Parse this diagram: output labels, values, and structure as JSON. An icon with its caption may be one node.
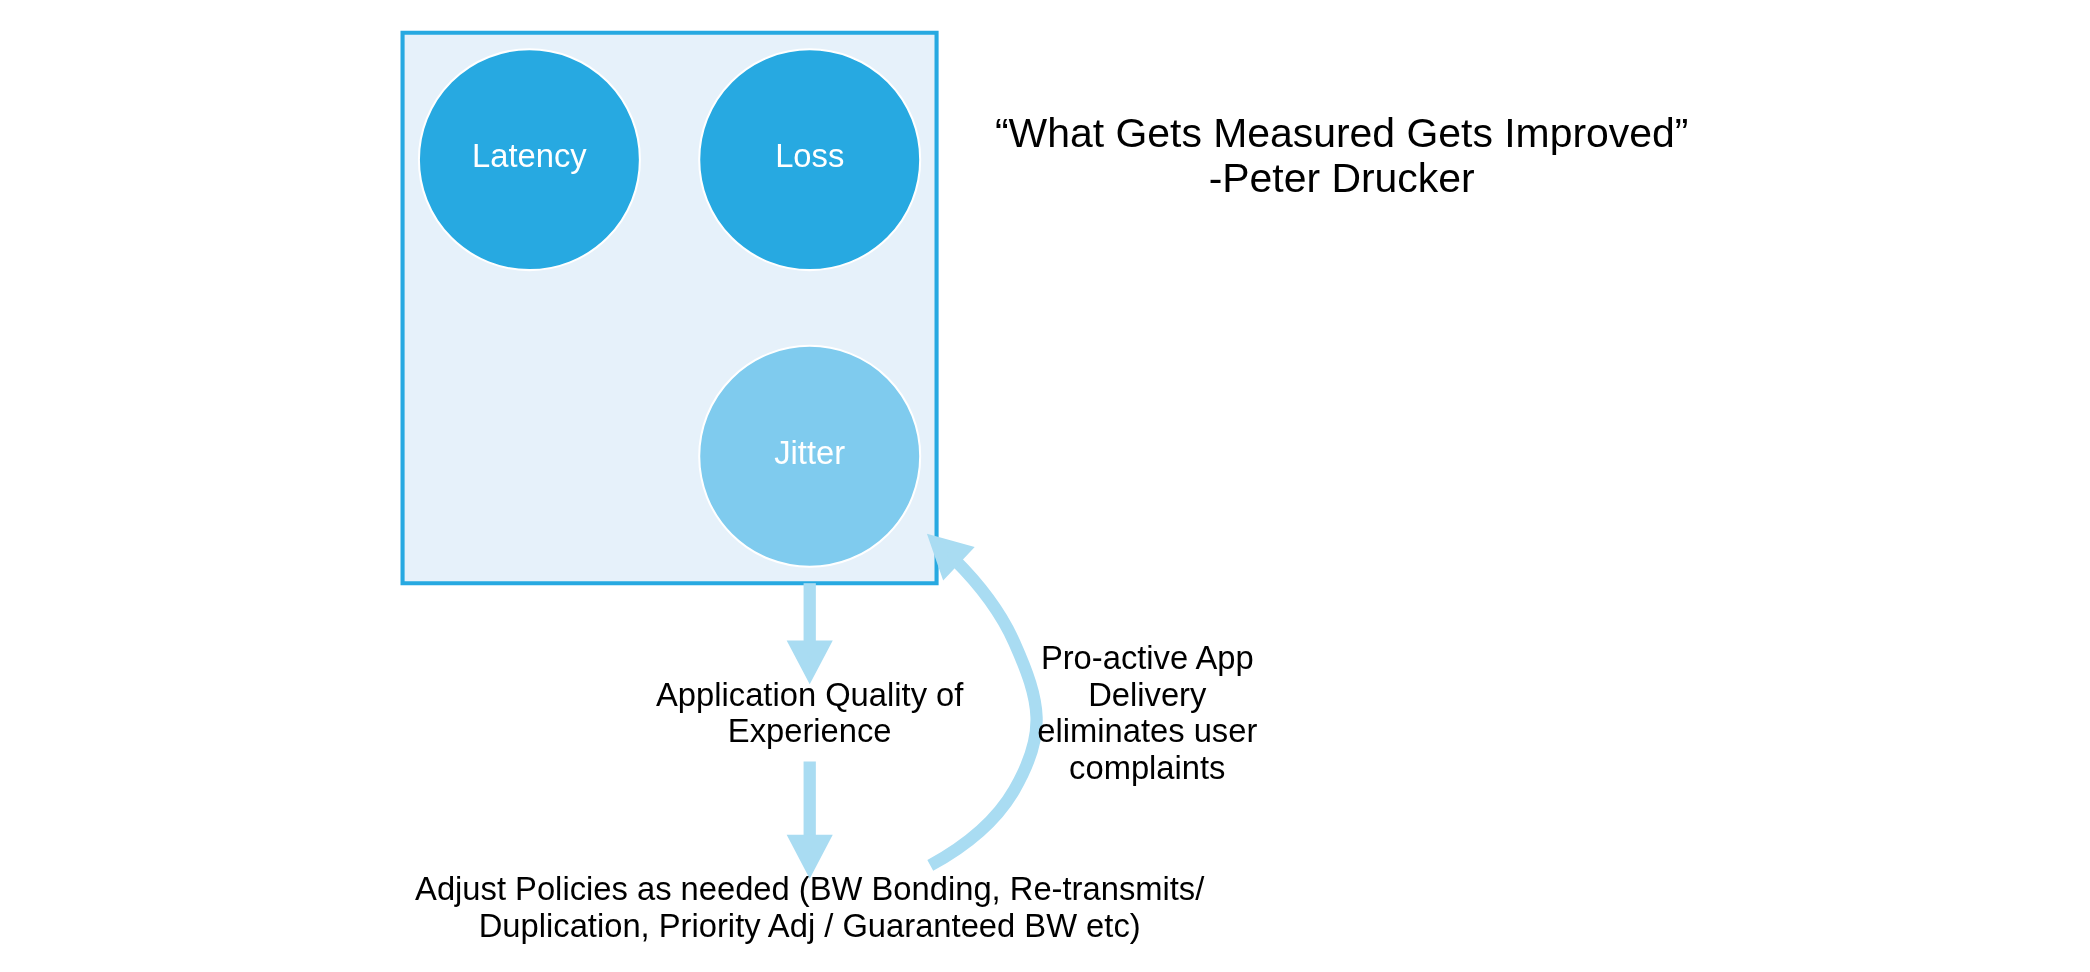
{
  "diagram": {
    "nodes": [
      {
        "text": [],
        "shape": "funnel"
      },
      {
        "text": [
          "Loss"
        ],
        "in": 0
      },
      {
        "text": [
          "Latency"
        ],
        "in": 0
      },
      {
        "text": [
          "Jitter"
        ],
        "in": 0
      },
      {
        "text": [
          "Application Quality of Experience"
        ]
      },
      {
        "text": [
          "Adjust Policies as needed (BW Bonding, Re-transmits/ Duplication, Priority Adj / Guaranteed BW etc)"
        ]
      }
    ],
    "edges": [
      {
        "from": 0,
        "to": 4,
        "arrow": "to"
      },
      {
        "from": 4,
        "to": 5,
        "arrow": "to"
      },
      {
        "from": 5,
        "to": 0,
        "arrow": "to",
        "label": "Pro-active App Delivery eliminates user complaints"
      }
    ],
    "labels": [
      "“What Gets Measured Gets Improved”",
      "-Peter Drucker"
    ]
  }
}
